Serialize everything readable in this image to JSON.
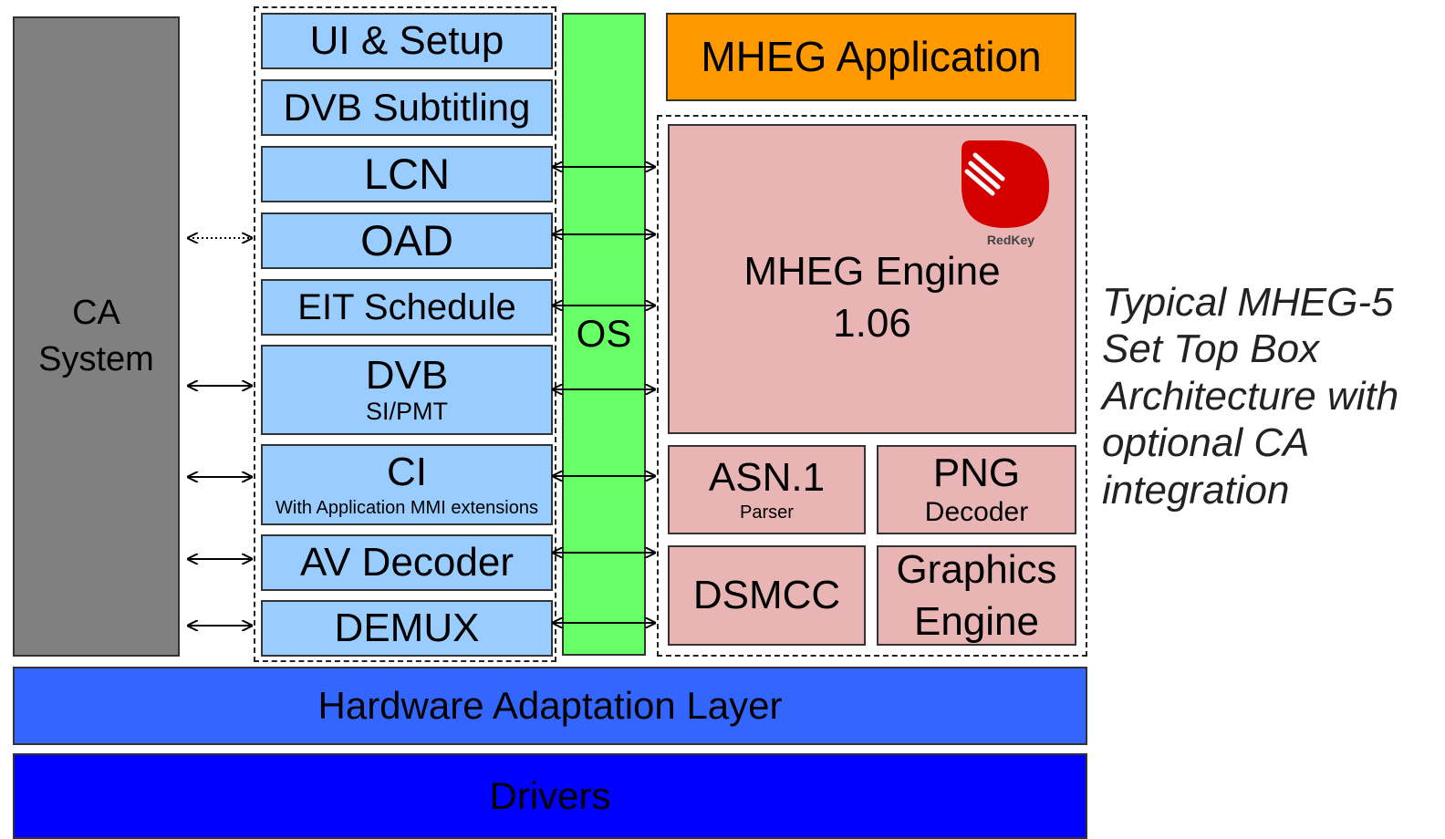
{
  "ca_system": {
    "line1": "CA",
    "line2": "System"
  },
  "modules": {
    "ui_setup": "UI & Setup",
    "dvb_subtitling": "DVB Subtitling",
    "lcn": "LCN",
    "oad": "OAD",
    "eit_schedule": "EIT Schedule",
    "dvb": {
      "label": "DVB",
      "sub": "SI/PMT"
    },
    "ci": {
      "label": "CI",
      "sub": "With Application MMI extensions"
    },
    "av_decoder": "AV Decoder",
    "demux": "DEMUX"
  },
  "os": "OS",
  "mheg_application": "MHEG Application",
  "mheg_engine": {
    "line1": "MHEG Engine",
    "line2": "1.06",
    "logo_text": "RedKey"
  },
  "asn1": {
    "label": "ASN.1",
    "sub": "Parser"
  },
  "png": {
    "label": "PNG",
    "sub": "Decoder"
  },
  "dsmcc": "DSMCC",
  "graphics_engine": {
    "line1": "Graphics",
    "line2": "Engine"
  },
  "hal": "Hardware Adaptation Layer",
  "drivers": "Drivers",
  "caption": "Typical MHEG-5 Set Top Box Architecture with optional CA integration",
  "colors": {
    "ca_system": "#808080",
    "module": "#99ccff",
    "os": "#66ff66",
    "mheg_application": "#ff9900",
    "engine": "#e8b4b4",
    "logo": "#d40000",
    "hal": "#3366ff",
    "drivers": "#0000ff"
  }
}
